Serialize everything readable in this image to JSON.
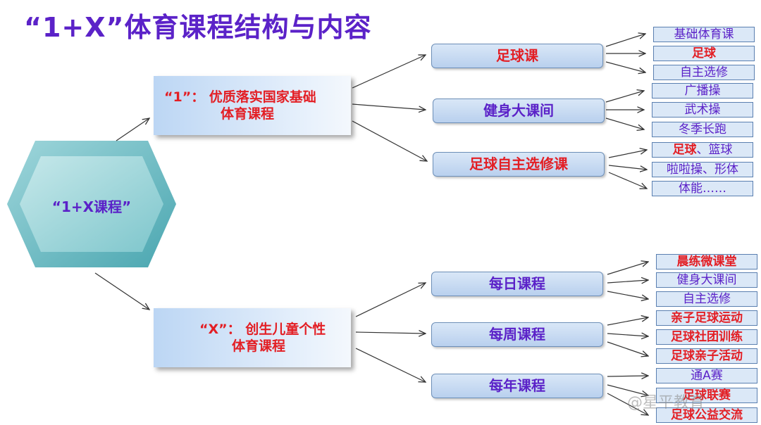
{
  "title": "“1+X”体育课程结构与内容",
  "hexagon": {
    "label": "“1+X课程”"
  },
  "branch1": {
    "label_line1": "“1”：  优质落实国家基础",
    "label_line2": "体育课程",
    "groups": [
      {
        "label": "足球课",
        "leaves": [
          {
            "text": "基础体育课"
          },
          {
            "text": "足球"
          },
          {
            "text": "自主选修"
          }
        ]
      },
      {
        "label": "健身大课间",
        "leaves": [
          {
            "text": "广播操"
          },
          {
            "text": "武术操"
          },
          {
            "text": "冬季长跑"
          }
        ]
      },
      {
        "label": "足球自主选修课",
        "leaves": [
          {
            "text_red": "足球",
            "text_rest": "、篮球"
          },
          {
            "text": "啦啦操、形体"
          },
          {
            "text": "体能……"
          }
        ]
      }
    ]
  },
  "branch2": {
    "label_line1": "“X”：  创生儿童个性",
    "label_line2": "体育课程",
    "groups": [
      {
        "label": "每日课程",
        "leaves": [
          {
            "text": "晨练微课堂"
          },
          {
            "text": "健身大课间"
          },
          {
            "text": "自主选修"
          }
        ]
      },
      {
        "label": "每周课程",
        "leaves": [
          {
            "text": "亲子足球运动"
          },
          {
            "text": "足球社团训练"
          },
          {
            "text": "足球亲子活动"
          }
        ]
      },
      {
        "label": "每年课程",
        "leaves": [
          {
            "text": "通A赛"
          },
          {
            "text": "足球联赛"
          },
          {
            "text": "足球公益交流"
          }
        ]
      }
    ]
  },
  "watermark": "@星平教育",
  "colors": {
    "title": "#5b22c8",
    "emphasis": "#e31e24",
    "hexagon": "#6fbfc6",
    "box": "#dbe8f7"
  }
}
